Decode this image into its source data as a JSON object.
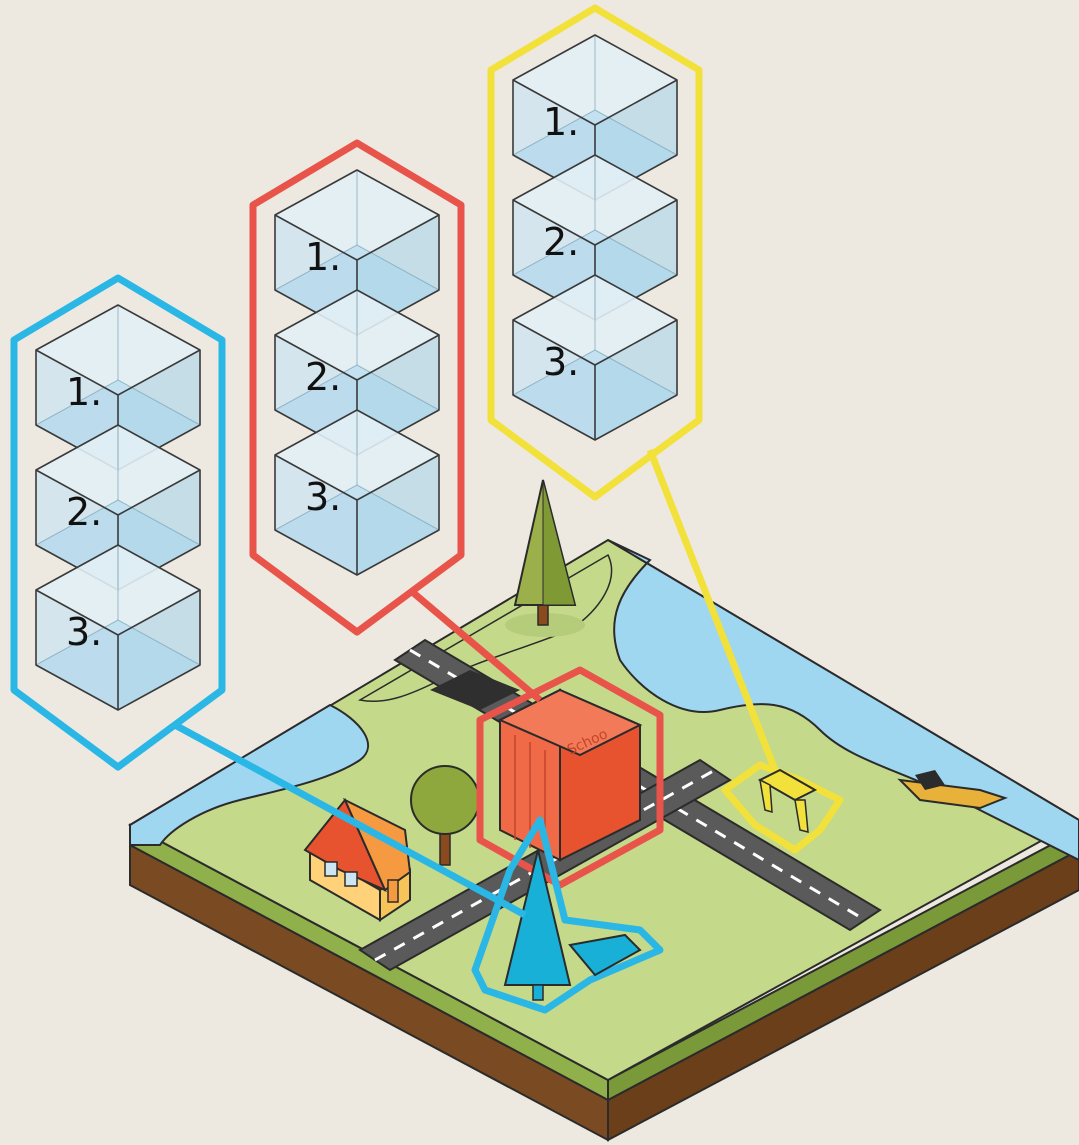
{
  "colors": {
    "background": "#ede9e0",
    "stack_blue": "#2ab7e6",
    "stack_red": "#e8534a",
    "stack_yellow": "#f2e13a",
    "grass": "#c5d98a",
    "water": "#9fd6f0",
    "road": "#5a5a5a",
    "soil": "#7a4b22"
  },
  "stacks": [
    {
      "name": "blue-stack",
      "color": "#2ab7e6",
      "labels": [
        "1.",
        "2.",
        "3."
      ],
      "target": "tree-cone-icon"
    },
    {
      "name": "red-stack",
      "color": "#e8534a",
      "labels": [
        "1.",
        "2.",
        "3."
      ],
      "target": "school-building-icon"
    },
    {
      "name": "yellow-stack",
      "color": "#f2e13a",
      "labels": [
        "1.",
        "2.",
        "3."
      ],
      "target": "bench-icon"
    }
  ],
  "scene": {
    "school_sign": "Schoo",
    "objects": [
      "tree-cone-icon",
      "school-building-icon",
      "bench-icon",
      "house-icon",
      "round-tree-icon",
      "boat-icon"
    ]
  }
}
